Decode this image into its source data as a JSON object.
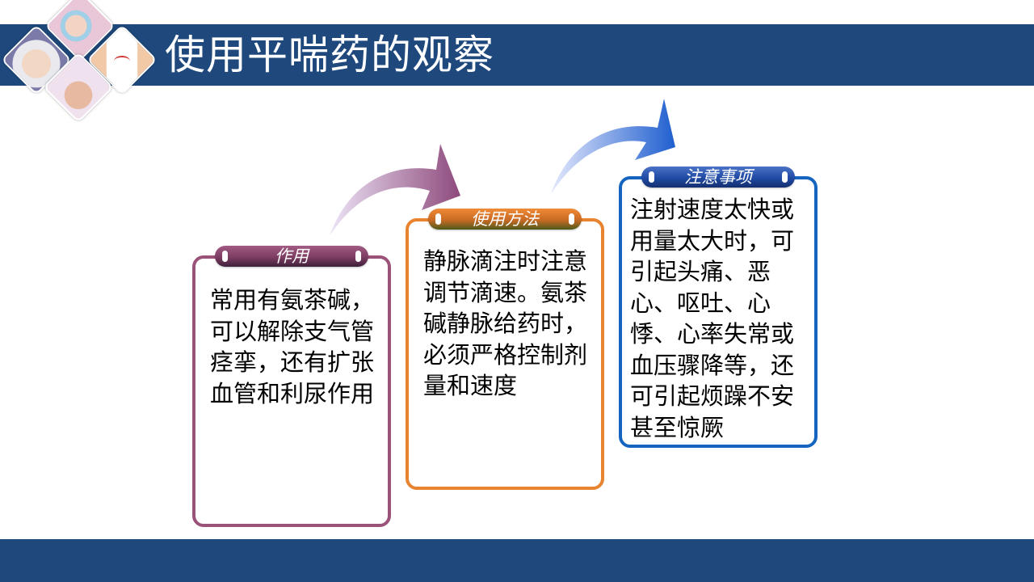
{
  "header": {
    "title": "使用平喘药的观察",
    "band_color": "#1f497d",
    "photos": [
      "nurse-with-cap",
      "nurse-with-mask",
      "hands-heart-ecg",
      "sleeping-baby"
    ]
  },
  "footer": {
    "band_color": "#1f497d"
  },
  "flow": [
    {
      "tab_label": "作用",
      "color": "#9b5278",
      "body": "常用有氨茶碱，可以解除支气管痉挛，还有扩张血管和利尿作用"
    },
    {
      "tab_label": "使用方法",
      "color": "#e8832f",
      "body": "静脉滴注时注意调节滴速。氨茶碱静脉给药时，必须严格控制剂量和速度"
    },
    {
      "tab_label": "注意事项",
      "color": "#1565c0",
      "body": "注射速度太快或用量太大时，可引起头痛、恶心、呕吐、心悸、心率失常或血压骤降等，还可引起烦躁不安甚至惊厥"
    }
  ],
  "arrows": [
    {
      "from": "作用",
      "to": "使用方法",
      "gradient": [
        "#e6dcf3",
        "#8e4a7c"
      ]
    },
    {
      "from": "使用方法",
      "to": "注意事项",
      "gradient": [
        "#dfe4fb",
        "#1f5fcf"
      ]
    }
  ]
}
